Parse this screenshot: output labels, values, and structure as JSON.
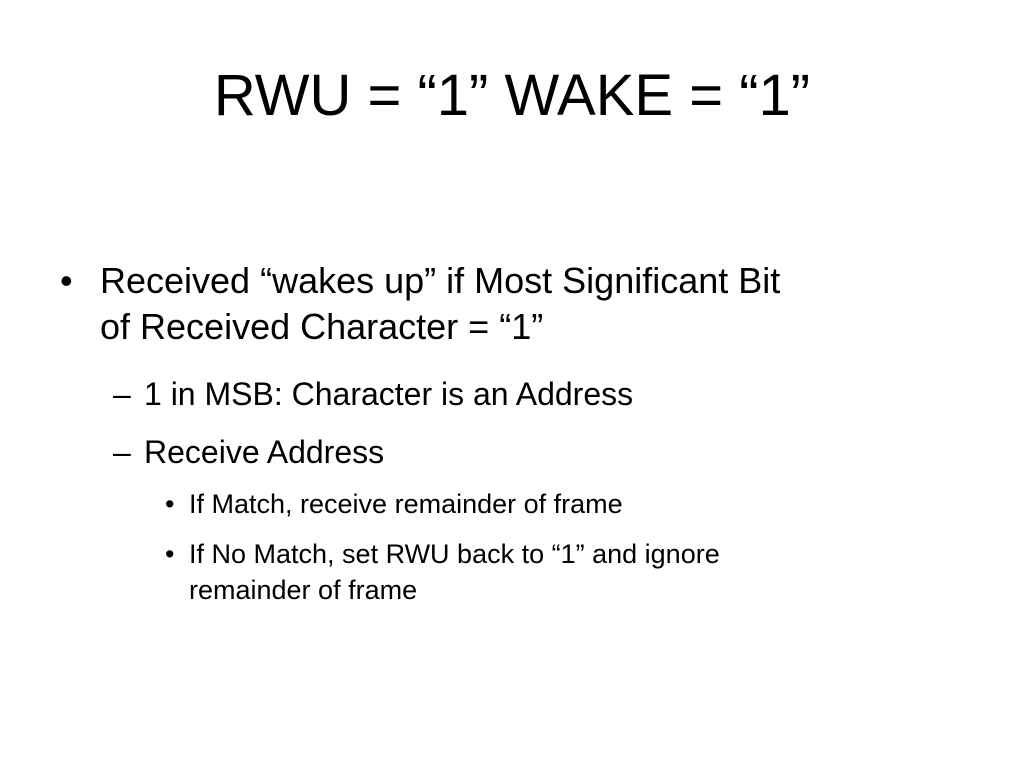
{
  "slide": {
    "title": "RWU = “1” WAKE = “1”",
    "bullets": [
      {
        "marker": "•",
        "line1": "Received “wakes up” if Most Significant Bit",
        "line2": "of Received Character = “1”"
      }
    ],
    "sub_bullets": [
      {
        "marker": "–",
        "text": "1 in MSB: Character is an Address"
      },
      {
        "marker": "–",
        "text": "Receive Address"
      }
    ],
    "sub_sub_bullets": [
      {
        "marker": "•",
        "text": "If Match, receive remainder of frame"
      },
      {
        "marker": "•",
        "line1": "If No Match, set RWU back to “1” and ignore",
        "line2": "remainder of frame"
      }
    ]
  }
}
